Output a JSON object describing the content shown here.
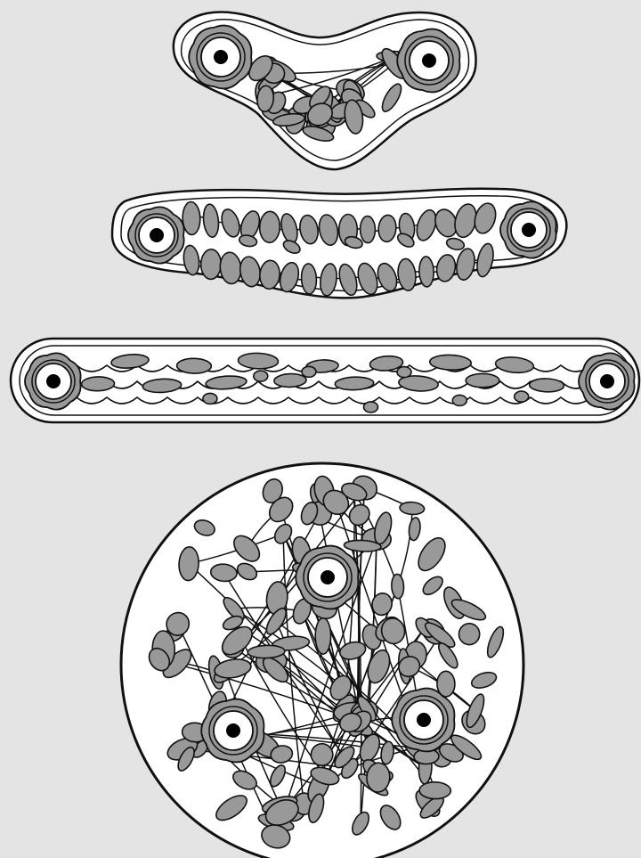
{
  "colors": {
    "background": "#e4e4e4",
    "cell_fill": "#ffffff",
    "outline": "#111111",
    "tangle_fill": "#999999",
    "centre_dot": "#000000"
  },
  "panels": [
    {
      "id": "bent-cell",
      "shape": "bent",
      "spindle_poles": 2
    },
    {
      "id": "curved-cell",
      "shape": "curved-rod",
      "spindle_poles": 2
    },
    {
      "id": "straight-rod-cell",
      "shape": "rod",
      "spindle_poles": 2
    },
    {
      "id": "round-cell",
      "shape": "circle",
      "spindle_poles": 3
    }
  ],
  "icons": [
    "spindle-pole-icon",
    "microtubule-tangle"
  ]
}
